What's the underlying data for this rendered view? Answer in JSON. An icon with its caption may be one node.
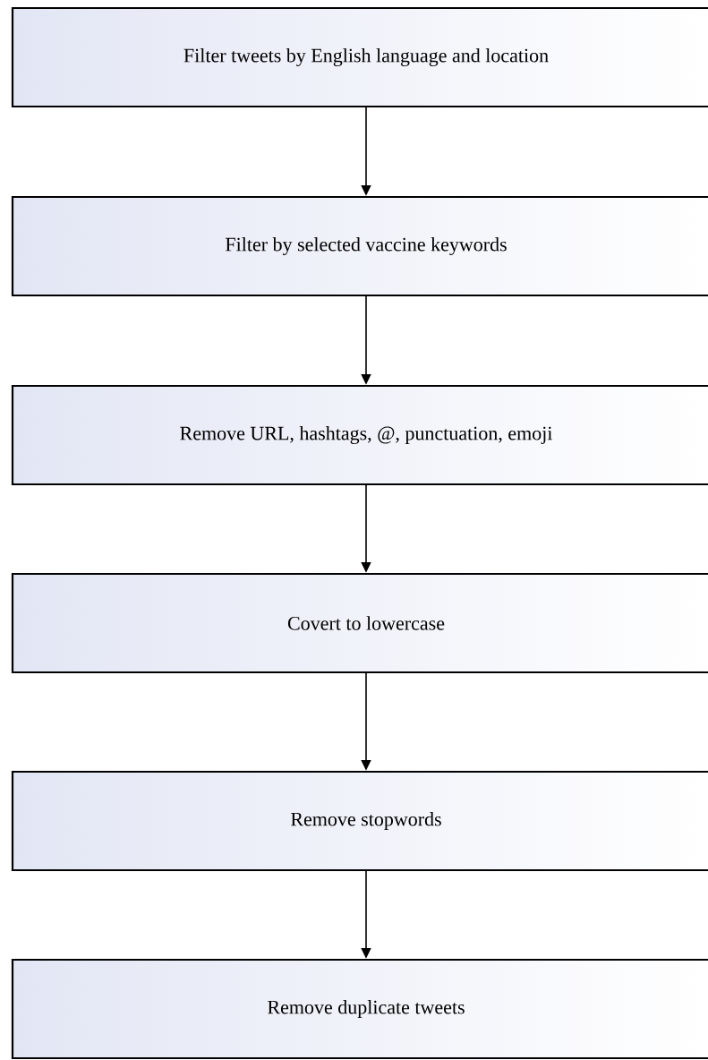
{
  "diagram": {
    "nodes": [
      {
        "text": [
          "Filter tweets by English language and location"
        ]
      },
      {
        "text": [
          "Filter by selected vaccine keywords"
        ]
      },
      {
        "text": [
          "Remove URL, hashtags, @, punctuation, emoji"
        ]
      },
      {
        "text": [
          "Covert to lowercase"
        ]
      },
      {
        "text": [
          "Remove stopwords"
        ]
      },
      {
        "text": [
          "Remove duplicate tweets"
        ]
      }
    ],
    "edges": [
      {
        "from": 0,
        "to": 1,
        "arrow": "to"
      },
      {
        "from": 1,
        "to": 2,
        "arrow": "to"
      },
      {
        "from": 2,
        "to": 3,
        "arrow": "to"
      },
      {
        "from": 3,
        "to": 4,
        "arrow": "to"
      },
      {
        "from": 4,
        "to": 5,
        "arrow": "to"
      }
    ]
  }
}
